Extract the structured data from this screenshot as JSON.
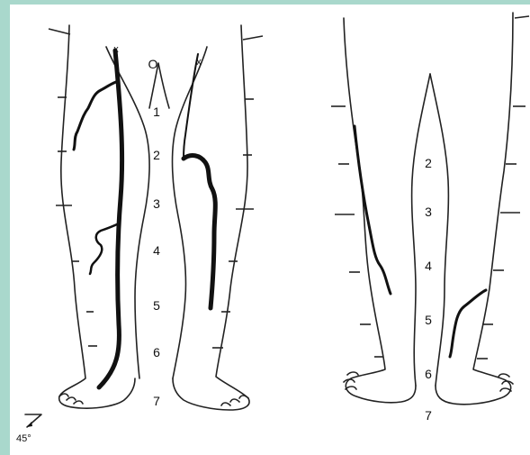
{
  "figure": {
    "front_view": {
      "origin_label": "O",
      "markers": [
        "x",
        "x"
      ],
      "segments": [
        "1",
        "2",
        "3",
        "4",
        "5",
        "6",
        "7"
      ]
    },
    "back_view": {
      "segments": [
        "2",
        "3",
        "4",
        "5",
        "6",
        "7"
      ]
    },
    "angle_label": "45°"
  },
  "colors": {
    "frame": "#a9d8cc",
    "background": "#ffffff",
    "ink": "#111111"
  }
}
